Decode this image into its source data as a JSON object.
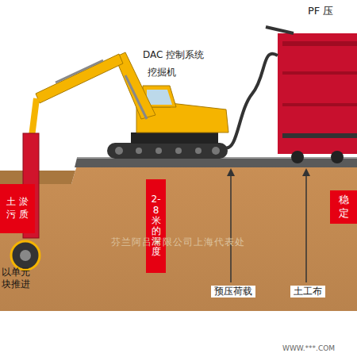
{
  "diagram": {
    "nodes": [
      {
        "text": [
          "土 淤污 质"
        ]
      },
      {
        "text": [
          "2-8米的深度"
        ]
      },
      {
        "text": [
          "稳定"
        ]
      }
    ],
    "labels": [
      "DAC 控制系统",
      "挖掘机",
      "PF 压",
      "以单元 块推进",
      "预压荷载",
      "土工布",
      "芬兰阿吕有限公司上海代表处",
      "WWW.***.COM"
    ]
  }
}
